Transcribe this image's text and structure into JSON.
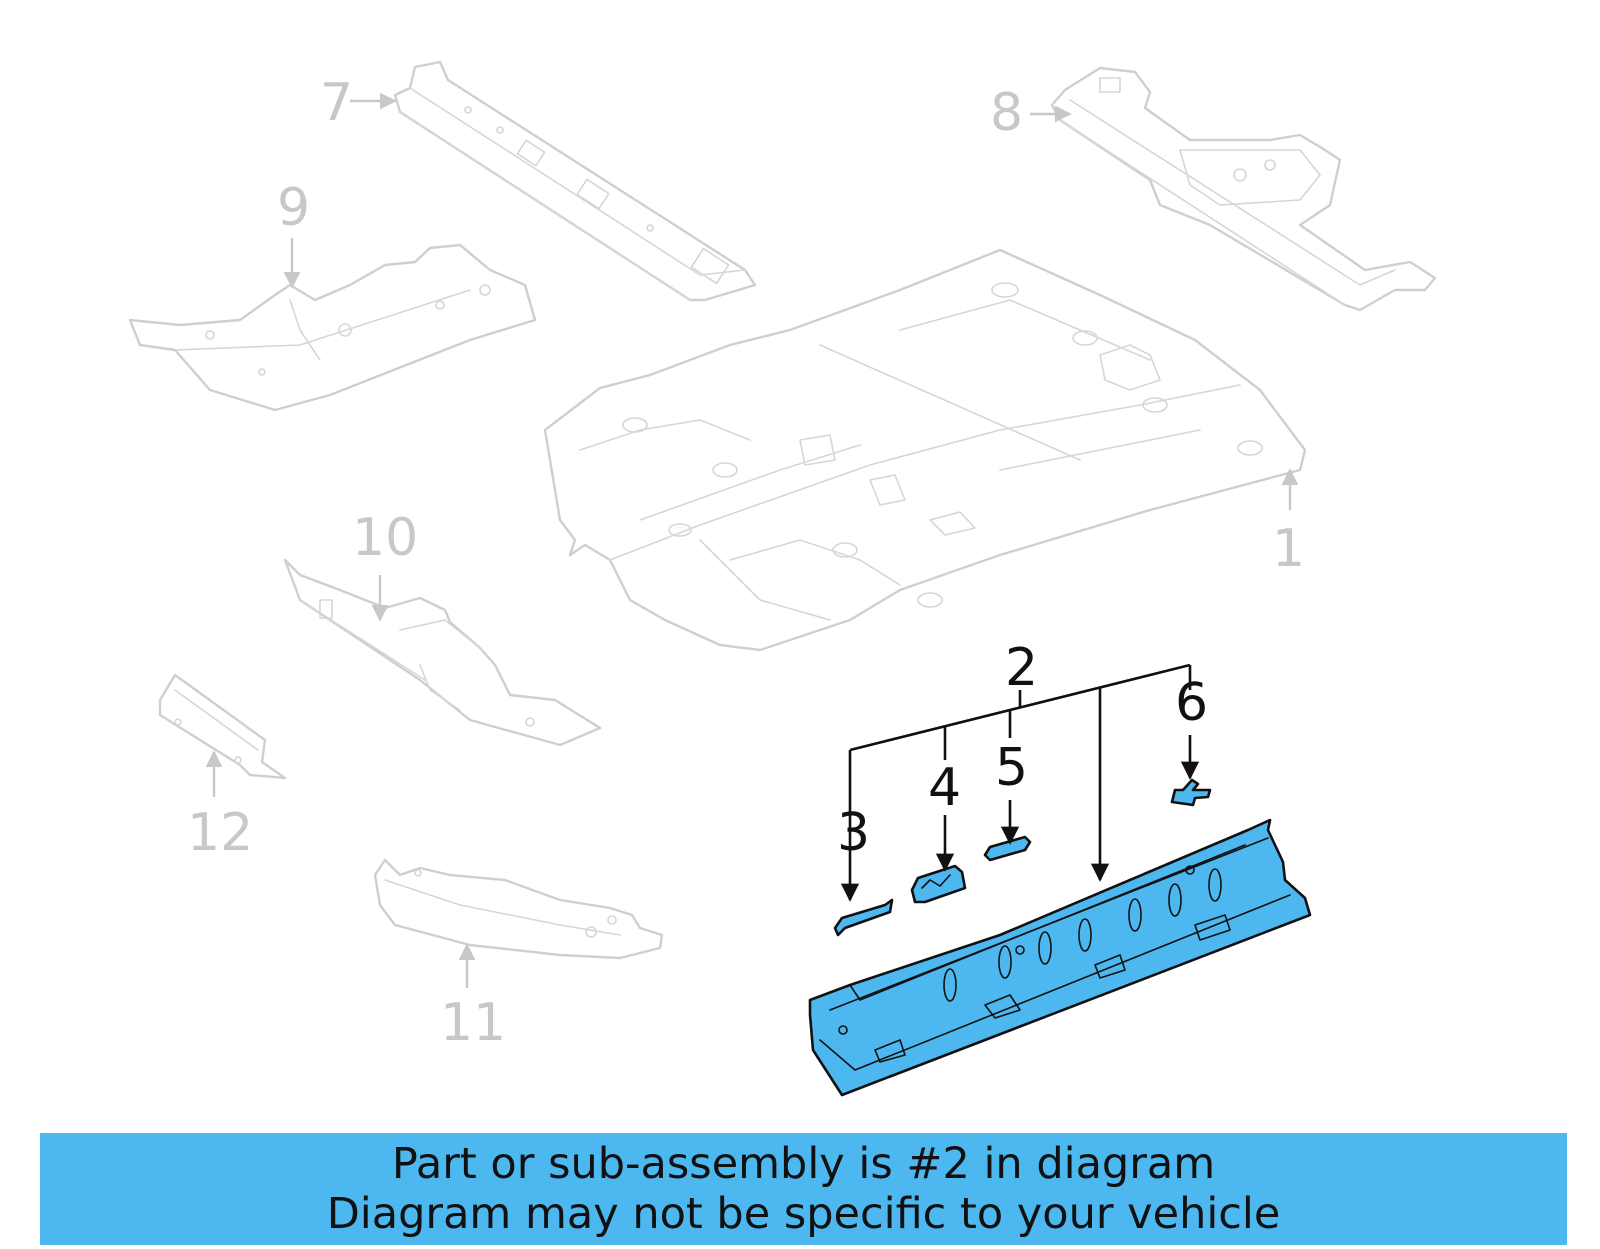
{
  "callouts": {
    "c1": "1",
    "c2": "2",
    "c3": "3",
    "c4": "4",
    "c5": "5",
    "c6": "6",
    "c7": "7",
    "c8": "8",
    "c9": "9",
    "c10": "10",
    "c11": "11",
    "c12": "12"
  },
  "highlight_color": "#4db8f0",
  "notice": {
    "line1": "Part or sub-assembly is #2 in diagram",
    "line2": "Diagram may not be specific to your vehicle"
  }
}
